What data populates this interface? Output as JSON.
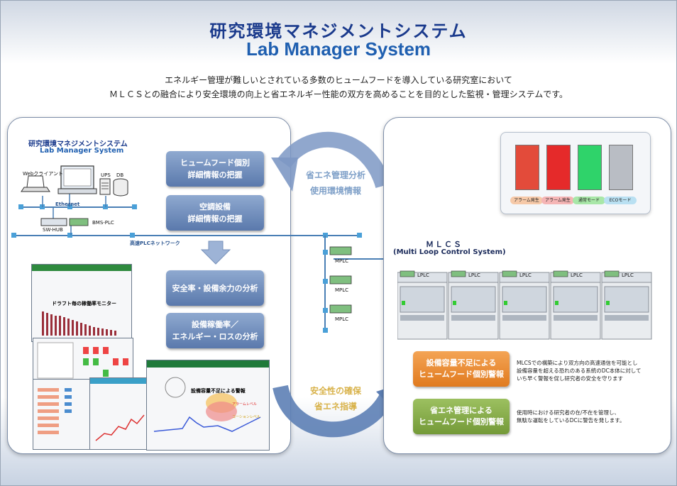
{
  "header": {
    "title_jp": "研究環境マネジメントシステム",
    "title_en": "Lab Manager System",
    "desc_line1": "エネルギー管理が難しいとされている多数のヒュームフードを導入している研究室において",
    "desc_line2": "ＭＬＣＳとの融合により安全環境の向上と省エネルギー性能の双方を高めることを目的とした監視・管理システムです。"
  },
  "left_panel": {
    "logo_jp": "研究環境マネジメントシステム",
    "logo_en": "Lab Manager System",
    "web_client": "Webクライアント",
    "ups": "UPS",
    "db": "DB",
    "ethernet": "Ethernet",
    "sw_hub": "SW-HUB",
    "bms_plc": "BMS-PLC",
    "network": "高速PLCネットワーク",
    "boxes": [
      {
        "line1": "ヒュームフード個別",
        "line2": "詳細情報の把握"
      },
      {
        "line1": "空調設備",
        "line2": "詳細情報の把握"
      },
      {
        "line1": "安全率・設備余力の分析",
        "line2": ""
      },
      {
        "line1": "設備稼働率／",
        "line2": "エネルギー・ロスの分析"
      }
    ],
    "screen_monitor_title": "ドラフト毎の稼働率モニター",
    "screen_alarm_title": "設備容量不足による警報",
    "alarm_level": "アラームレベル",
    "caution_level": "コーションレベル"
  },
  "arrows": {
    "top_line1": "省エネ管理分析",
    "top_line2": "使用環境情報",
    "bottom_line1": "安全性の確保",
    "bottom_line2": "省エネ指導"
  },
  "mplc": [
    "MPLC",
    "MPLC",
    "MPLC"
  ],
  "right_panel": {
    "mlcs": "ＭＬＣＳ",
    "mlcs_full": "(Multi Loop Control System)",
    "lplc": [
      "LPLC",
      "LPLC",
      "LPLC",
      "LPLC",
      "LPLC"
    ],
    "modes": [
      {
        "label": "アラーム発生",
        "color": "#e34b3a",
        "pill": "#f6c9a8"
      },
      {
        "label": "アラーム発生",
        "color": "#e52a2a",
        "pill": "#f5b5b5"
      },
      {
        "label": "通常モード",
        "color": "#2fd36a",
        "pill": "#a8e7a8"
      },
      {
        "label": "ECOモード",
        "color": "#b9bdc4",
        "pill": "#b9e0f2"
      }
    ],
    "warnings": [
      {
        "line1": "設備容量不足による",
        "line2": "ヒュームフード個別警報",
        "color": "#ec8a2c",
        "desc1": "MLCSでの構築により双方向の高速通信を可能とし",
        "desc2": "設備容量を超える恐れのある系統のDC本体に対して",
        "desc3": "いち早く警報を促し研究者の安全を守ります"
      },
      {
        "line1": "省エネ管理による",
        "line2": "ヒュームフード個別警報",
        "color": "#86ad48",
        "desc1": "使用時における研究者の在/不在を管理し、",
        "desc2": "無駄な運転をしているDCに警告を発します。",
        "desc3": ""
      }
    ]
  }
}
